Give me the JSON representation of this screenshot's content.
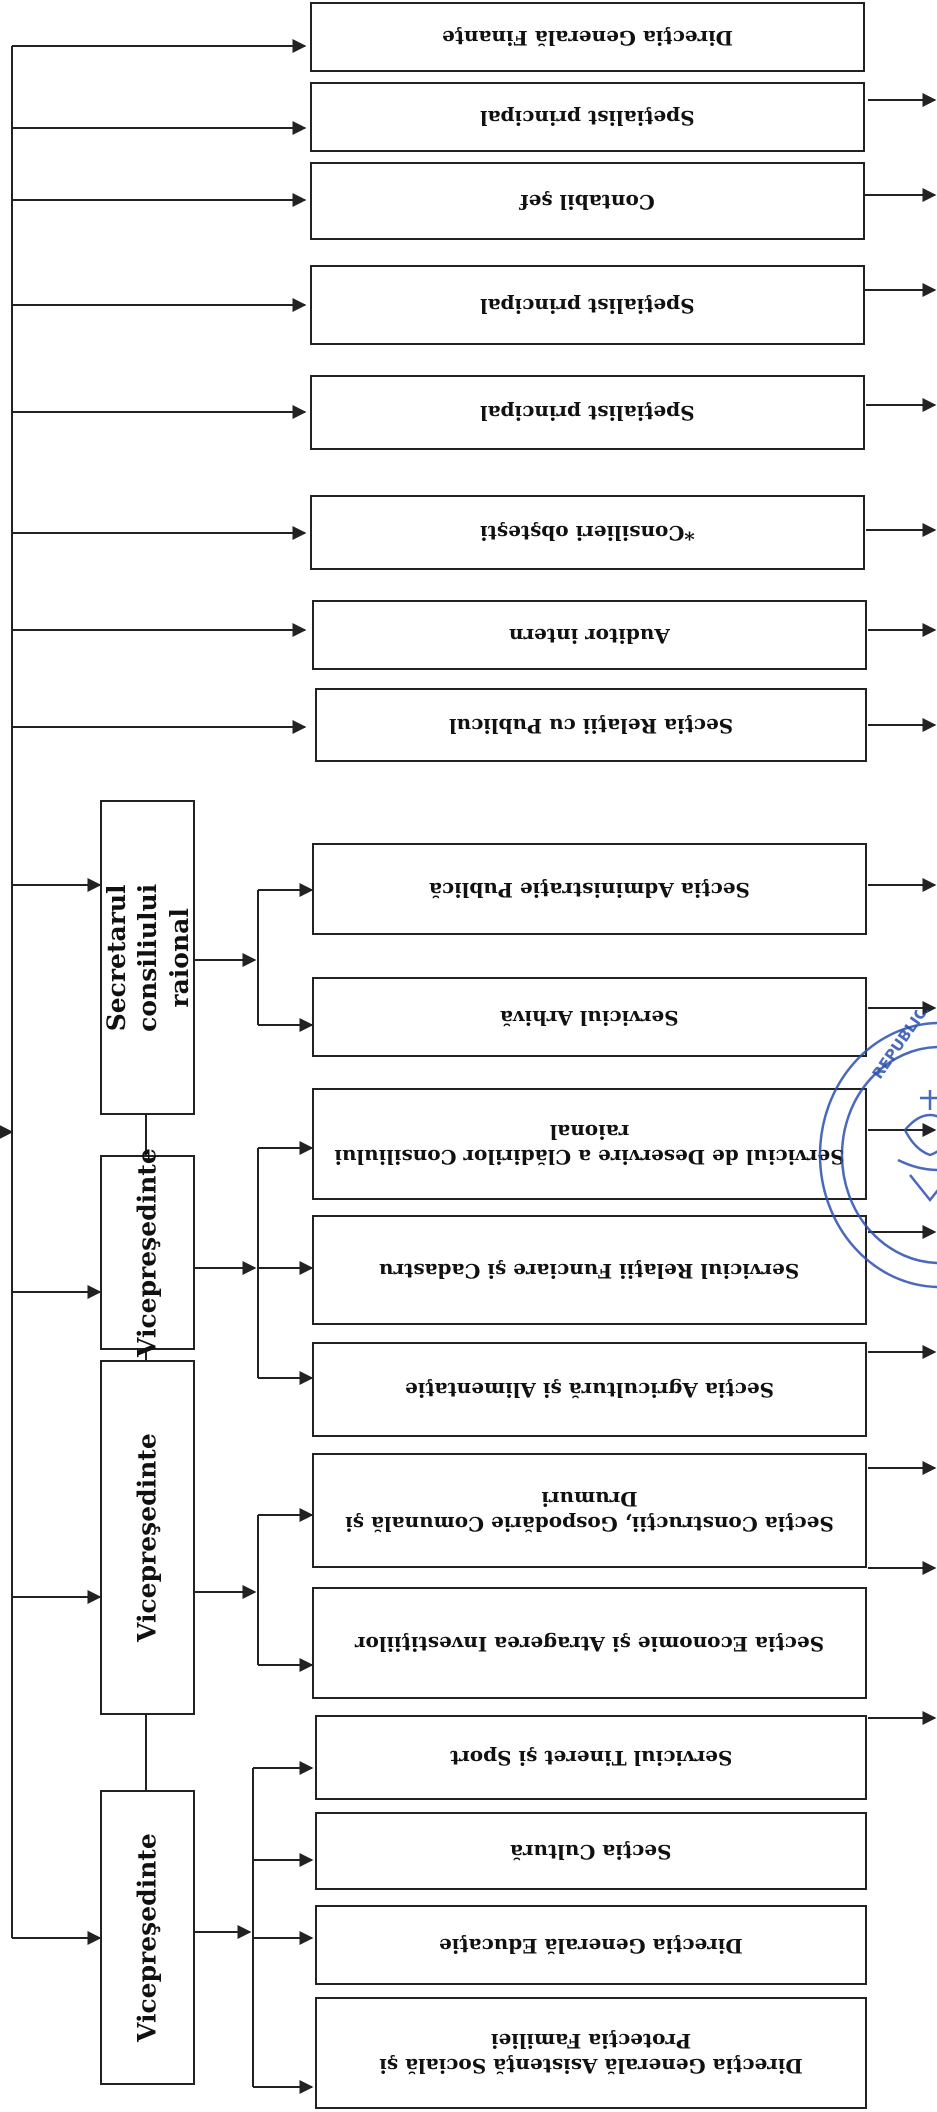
{
  "roles": {
    "secretar": "Secretarul consiliului raional",
    "vice1": "Vicepreşedinte",
    "vice2": "Vicepreşedinte",
    "vice3": "Vicepreşedinte"
  },
  "departments": {
    "d1": "Direcţia Generală Finanţe",
    "d2": "Speţialist principal",
    "d3": "Contabil şef",
    "d4": "Speţialist principal",
    "d5": "Speţialist principal",
    "d6": "*Consilieri obşteşti",
    "d7": "Auditor intern",
    "d8": "Secţia Relaţii cu Publicul",
    "d9": "Secţia Administraţie Publică",
    "d10": "Serviciul Arhivă",
    "d11": "Serviciul de Deservire a Clădirilor Consiliului raional",
    "d12": "Serviciul Relaţii Funciare şi Cadastru",
    "d13": "Secţia Agricultură şi Alimentaţie",
    "d14": "Secţia Construcţii, Gospodărie Comunală şi Drumuri",
    "d15": "Secţia Economie şi Atragerea Investiţiilor",
    "d16": "Serviciul Tineret şi Sport",
    "d17": "Secţia Cultură",
    "d18": "Direcţia Generală Educaţie",
    "d19": "Direcţia Generală Asistenţă Socială şi Protecţia Familiei"
  },
  "seal": {
    "text": "REPUBLICA MOLDOVA",
    "colors": {
      "ink": "#2a4fb0"
    }
  }
}
